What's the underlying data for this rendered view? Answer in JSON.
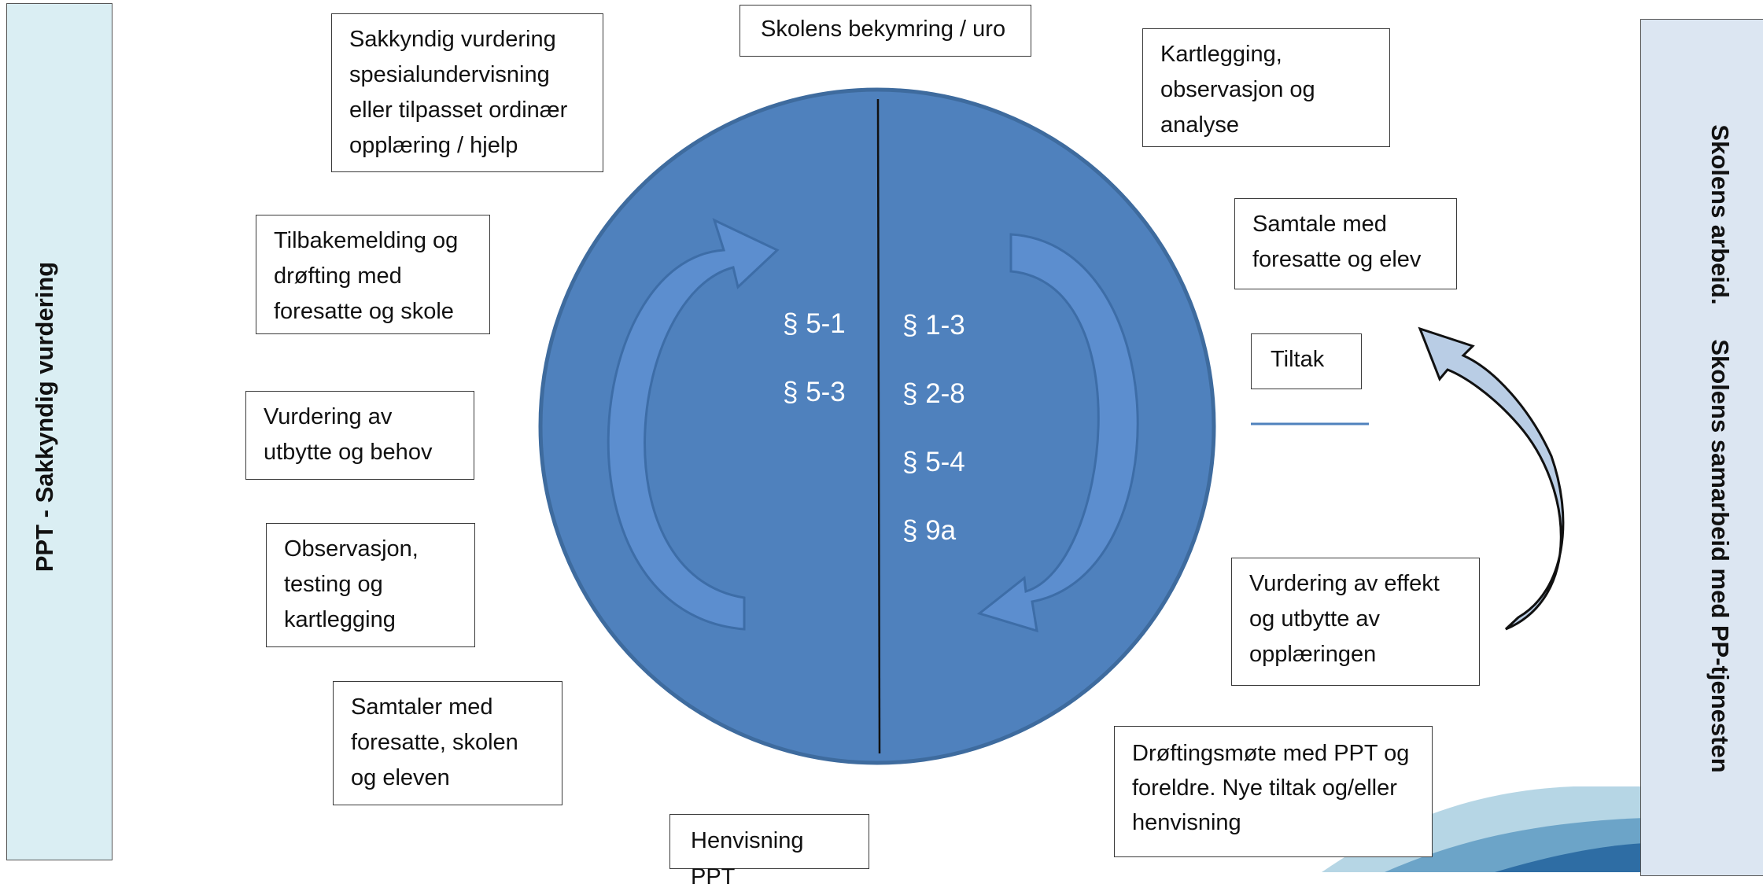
{
  "diagram": {
    "left_panel_label": "PPT -  Sakkyndig vurdering",
    "right_panel_label_1": "Skolens arbeid.",
    "right_panel_label_2": "Skolens samarbeid med PP-tjenesten",
    "top_box": "Skolens bekymring / uro",
    "bottom_box": "Henvisning PPT",
    "left_boxes": [
      "Sakkyndig vurdering\nspesialundervisning\neller tilpasset ordinær\nopplæring / hjelp",
      "Tilbakemelding og\ndrøfting med\nforesatte og skole",
      "Vurdering av\nutbytte og behov",
      "Observasjon,\ntesting og\nkartlegging",
      "Samtaler med\nforesatte, skolen\nog eleven"
    ],
    "right_boxes": [
      "Kartlegging,\nobservasjon og\nanalyse",
      "Samtale med\nforesatte og elev",
      "Tiltak",
      "Vurdering av effekt\nog utbytte av\nopplæringen",
      "Drøftingsmøte med PPT og\nforeldre. Nye tiltak og/eller\nhenvisning"
    ],
    "left_paragraphs": [
      "§ 5-1",
      "§ 5-3"
    ],
    "right_paragraphs": [
      "§ 1-3",
      "§ 2-8",
      "§ 5-4",
      "§ 9a"
    ],
    "colors": {
      "circle_fill": "#4f81bd",
      "circle_stroke": "#3e6b9e",
      "left_panel_fill": "#daeef3",
      "right_panel_fill": "#dce6f2",
      "loop_arrow_fill": "#b9cde5"
    }
  }
}
